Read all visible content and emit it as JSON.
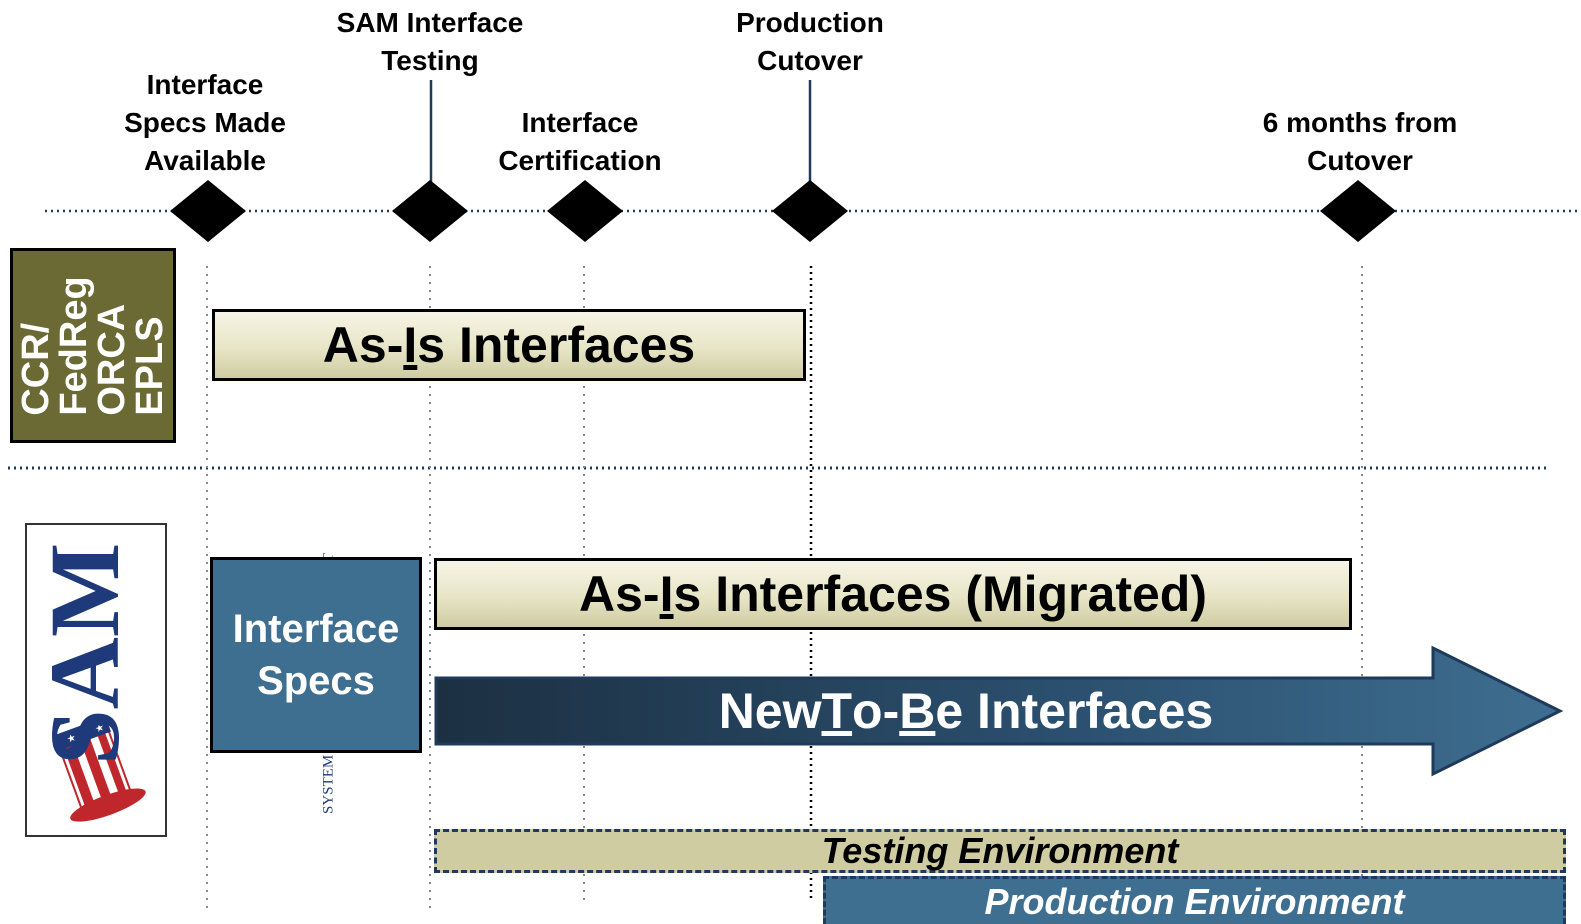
{
  "milestones": [
    {
      "label": "Interface\nSpecs Made\nAvailable"
    },
    {
      "label": "SAM Interface\nTesting"
    },
    {
      "label": "Interface\nCertification"
    },
    {
      "label": "Production\nCutover"
    },
    {
      "label": "6 months from\nCutover"
    }
  ],
  "legacy": {
    "lines": [
      "CCR/",
      "FedReg",
      "ORCA",
      "EPLS"
    ],
    "color": "#6b6a35"
  },
  "sam_logo": {
    "text": "SAM",
    "tagline": "SYSTEM FOR AWARD MANAGEMENT",
    "icon": "uncle-sam-hat-icon"
  },
  "bars": {
    "asis_legacy": {
      "pre": "As-",
      "u": "I",
      "post": "s Interfaces"
    },
    "interface_specs": {
      "line1": "Interface",
      "line2": "Specs"
    },
    "asis_migrated": {
      "pre": "As-",
      "u": "I",
      "post": "s Interfaces (Migrated)"
    },
    "tobe": {
      "pre": "New ",
      "u1": "T",
      "mid": "o-",
      "u2": "B",
      "post": "e Interfaces"
    },
    "testing_env": "Testing Environment",
    "production_env": "Production Environment"
  },
  "colors": {
    "navy": "#1f3a5a",
    "steel": "#3e6e90",
    "khaki": "#cfcca2",
    "olive": "#6b6a35"
  }
}
